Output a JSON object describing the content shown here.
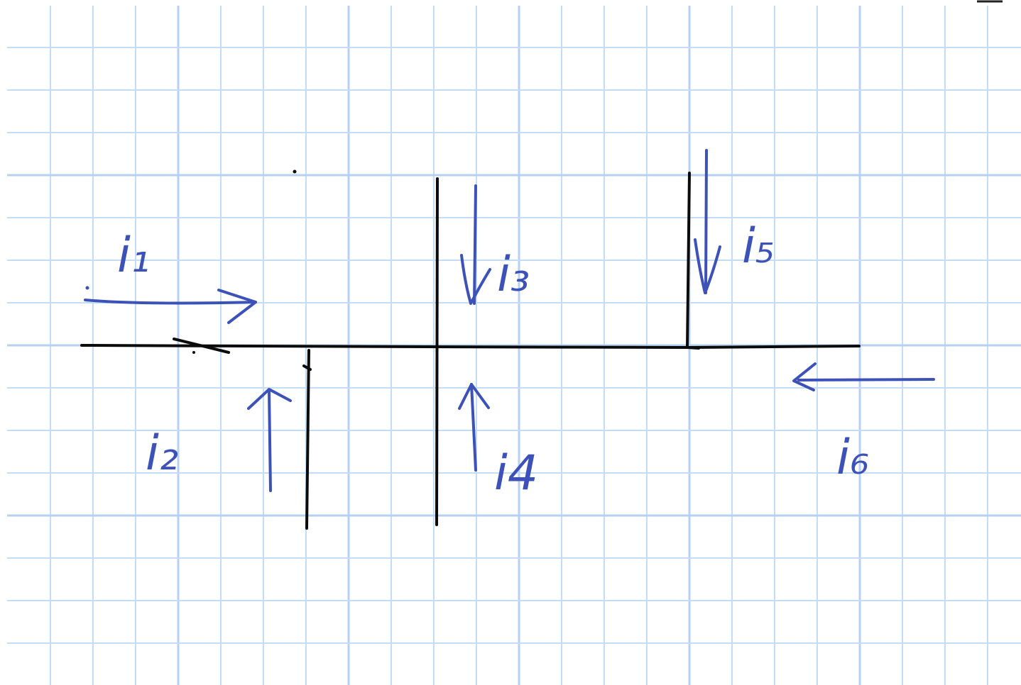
{
  "diagram": {
    "ink_color": "#3d52b8",
    "wire_color": "#0b0b0b",
    "grid_color": "#c3dcf7",
    "currents": [
      {
        "id": "i1",
        "label": "i₁",
        "direction": "right"
      },
      {
        "id": "i2",
        "label": "i₂",
        "direction": "up"
      },
      {
        "id": "i3",
        "label": "i₃",
        "direction": "down"
      },
      {
        "id": "i4",
        "label": "i4",
        "direction": "up"
      },
      {
        "id": "i5",
        "label": "i₅",
        "direction": "down"
      },
      {
        "id": "i6",
        "label": "i₆",
        "direction": "left"
      }
    ]
  }
}
